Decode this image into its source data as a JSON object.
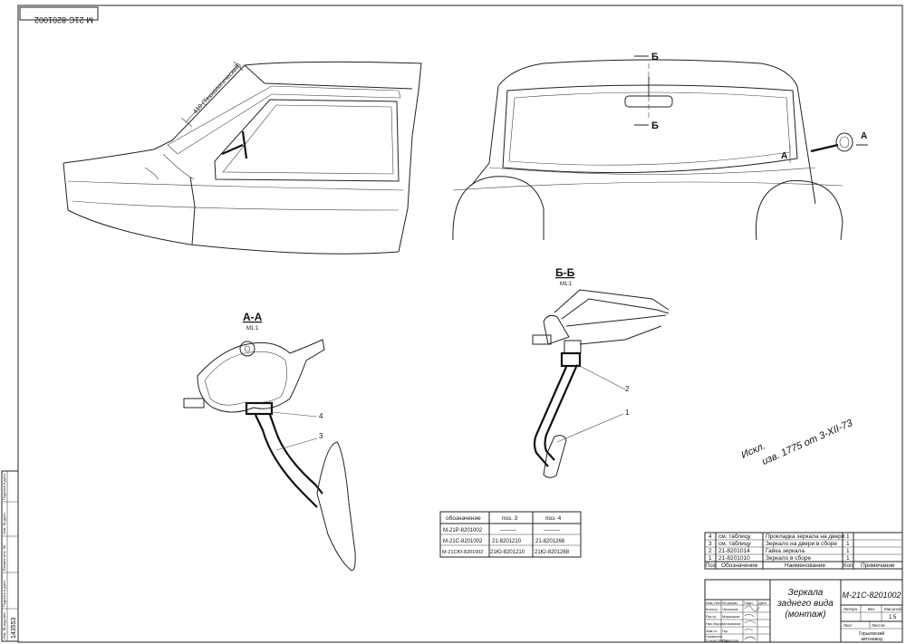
{
  "doc_code_rotated": "М-21С-8201002",
  "callout_dim": "410 (Технологический)",
  "section_b_marker": "Б",
  "section_a_marker": "А",
  "section_aa": {
    "title": "А-А",
    "scale": "М1:1"
  },
  "section_bb": {
    "title": "Б-Б",
    "scale": "М1:1"
  },
  "callouts": {
    "c1": "1",
    "c2": "2",
    "c3": "3",
    "c4": "4"
  },
  "revision_note": {
    "line1": "Искл.",
    "line2": "изв. 1775 от 3-XII-73"
  },
  "variants_table": {
    "headers": [
      "обозначение",
      "поз. 3",
      "поз. 4"
    ],
    "rows": [
      [
        "М-21Р-8201002",
        "———",
        "———"
      ],
      [
        "М-21С-8201002",
        "21-8201210",
        "21-8201268"
      ],
      [
        "М-21СЮ-8201002",
        "21Ю-8201210",
        "21Ю-8201268"
      ]
    ]
  },
  "bom": {
    "rows": [
      [
        "4",
        "см. таблицу",
        "Прокладка зеркала на двери",
        "1",
        ""
      ],
      [
        "3",
        "см. таблицу",
        "Зеркало на двери в сборе",
        "1",
        ""
      ],
      [
        "2",
        "21-8201014",
        "Гайка зеркала",
        "1",
        ""
      ],
      [
        "1",
        "21-8201010",
        "Зеркало в сборе",
        "1",
        ""
      ]
    ],
    "header": [
      "Поз",
      "Обозначение",
      "Наименование",
      "Кол",
      "Примечание"
    ]
  },
  "title_block": {
    "name_l1": "Зеркала",
    "name_l2": "заднего вида",
    "name_l3": "(монтаж)",
    "code": "М-21С-8201002",
    "litera": "Литера",
    "ves": "Вес",
    "masshtab": "Масштаб",
    "scale_value": "1:5",
    "list": "Лист",
    "listov": "Листов",
    "org_l1": "Горьковский",
    "org_l2": "автозавод",
    "roles": [
      "Изм.",
      "Лист",
      "№ докум.",
      "Подп.",
      "Дата",
      "Констр.",
      "Рук.гр.",
      "Нач.бюро",
      "Зам.гл.",
      "Нормконтр.",
      "Гл.конструктор"
    ],
    "names": [
      "Чесноков",
      "Маркошов",
      "Мельников",
      "Гор",
      "Проворов"
    ]
  },
  "left_strip": {
    "inv": "143553",
    "labels": [
      "Инв. № подлинн.",
      "Подпись и дата",
      "Взамен инв. №",
      "Инв. № дубл.",
      "Подпись и дата"
    ]
  }
}
